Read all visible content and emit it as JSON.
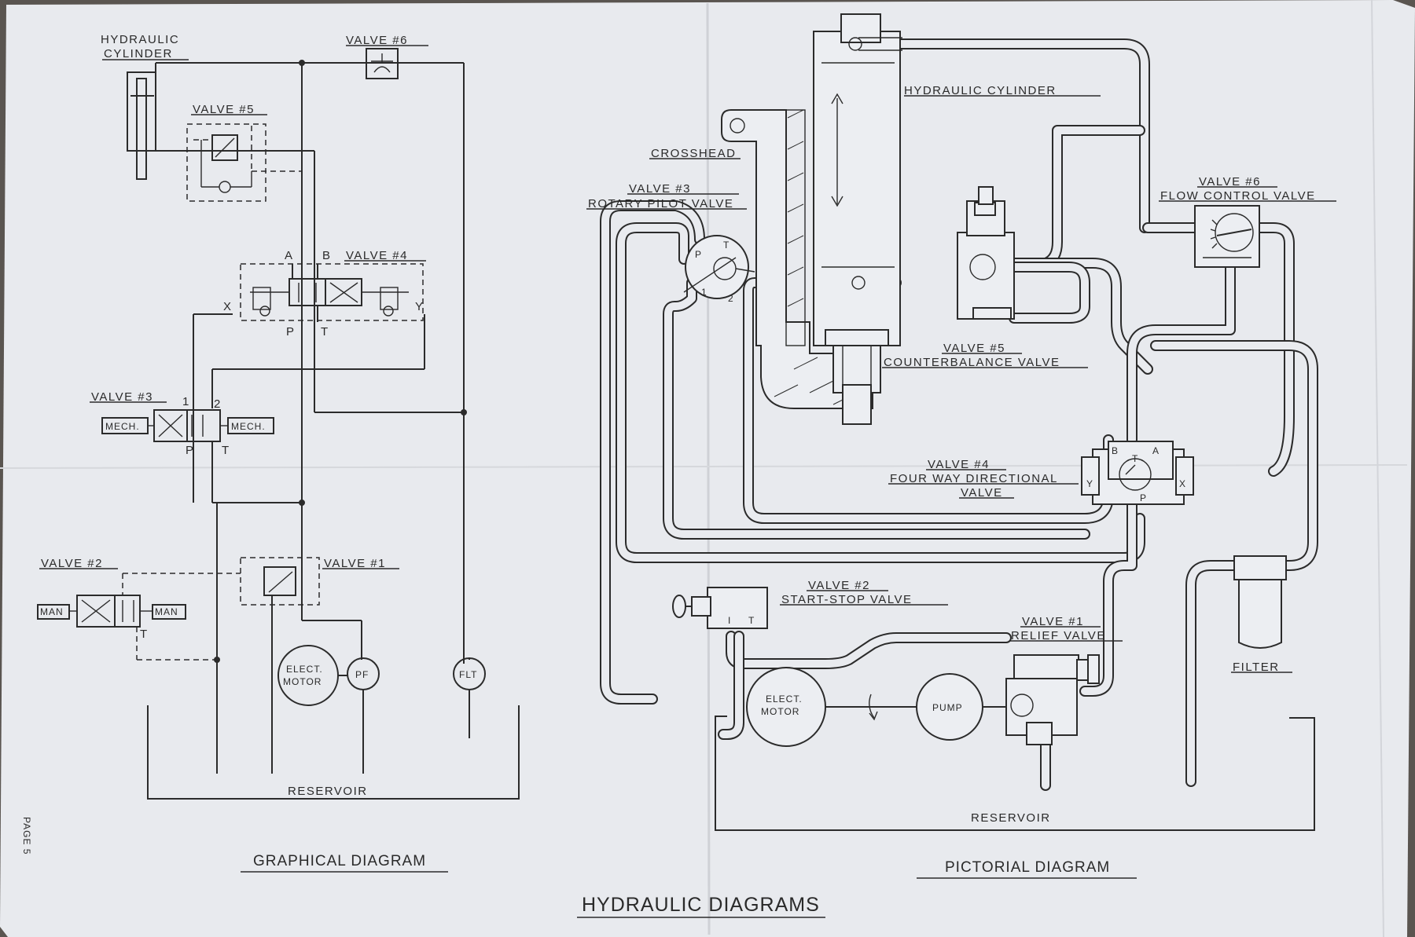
{
  "title": "HYDRAULIC DIAGRAMS",
  "page_number": "PAGE 5",
  "graphical": {
    "caption": "GRAPHICAL DIAGRAM",
    "hydraulic_cylinder": "HYDRAULIC CYLINDER",
    "valve6": "VALVE #6",
    "valve5": "VALVE #5",
    "valve4": "VALVE #4",
    "port_a": "A",
    "port_b": "B",
    "port_p": "P",
    "port_t": "T",
    "port_x": "X",
    "port_y": "Y",
    "valve3": "VALVE #3",
    "port_1": "1",
    "port_2": "2",
    "mech_left": "MECH.",
    "mech_right": "MECH.",
    "port_p3": "P",
    "port_t3": "T",
    "valve2": "VALVE #2",
    "valve1": "VALVE #1",
    "man_left": "MAN",
    "man_right": "MAN",
    "port_t2": "T",
    "elect_motor_line1": "ELECT.",
    "elect_motor_line2": "MOTOR",
    "pf": "PF",
    "flt": "FLT",
    "reservoir": "RESERVOIR"
  },
  "pictorial": {
    "caption": "PICTORIAL DIAGRAM",
    "hydraulic_cylinder": "HYDRAULIC CYLINDER",
    "crosshead": "CROSSHEAD",
    "valve3_line1": "VALVE #3",
    "valve3_line2": "ROTARY PILOT VALVE",
    "valve6_line1": "VALVE #6",
    "valve6_line2": "FLOW CONTROL VALVE",
    "valve5_line1": "VALVE #5",
    "valve5_line2": "COUNTERBALANCE VALVE",
    "valve4_line1": "VALVE #4",
    "valve4_line2": "FOUR WAY DIRECTIONAL",
    "valve4_line3": "VALVE",
    "valve2_line1": "VALVE #2",
    "valve2_line2": "START-STOP VALVE",
    "valve1_line1": "VALVE #1",
    "valve1_line2": "RELIEF VALVE",
    "elect_motor_line1": "ELECT.",
    "elect_motor_line2": "MOTOR",
    "pump": "PUMP",
    "filter": "FILTER",
    "reservoir": "RESERVOIR",
    "port_p": "P",
    "port_t": "T",
    "port_1": "1",
    "port_2": "2",
    "v4_b": "B",
    "v4_t": "T",
    "v4_a": "A",
    "v4_y": "Y",
    "v4_x": "X",
    "v4_p": "P",
    "v2_i": "I",
    "v2_t": "T"
  },
  "colors": {
    "paper": "#e8eaee",
    "ink": "#2b2b2b",
    "background": "#5a5550"
  }
}
